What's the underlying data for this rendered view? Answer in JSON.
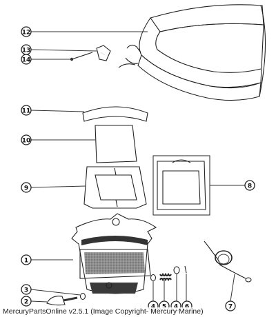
{
  "callouts": [
    "1",
    "2",
    "3",
    "4",
    "5",
    "6",
    "7",
    "8",
    "9",
    "10",
    "11",
    "12",
    "13",
    "14"
  ],
  "footer": "MercuryPartsOnline v2.5.1 (Image Copyright- Mercury Marine)"
}
